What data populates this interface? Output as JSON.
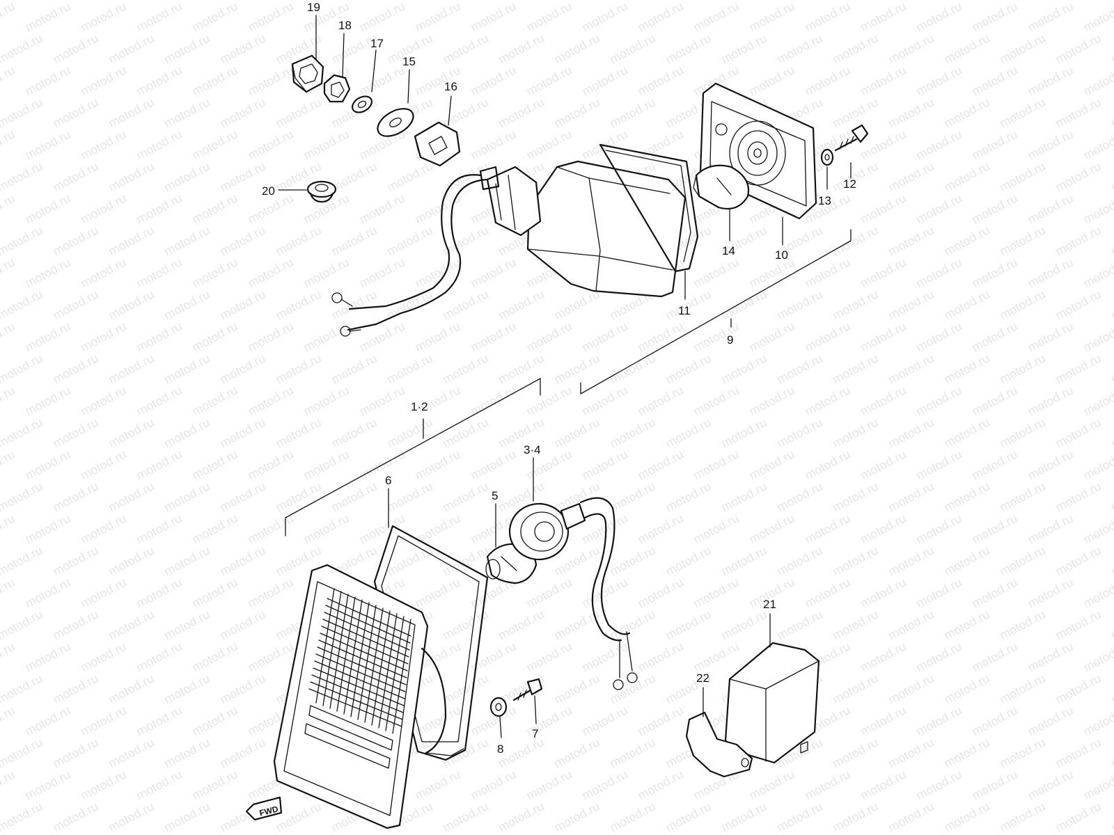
{
  "watermark": "motod.ru",
  "fwd_label": "FWD",
  "labels": {
    "p19": "19",
    "p18": "18",
    "p17": "17",
    "p15": "15",
    "p16": "16",
    "p20": "20",
    "p12": "12",
    "p13": "13",
    "p14": "14",
    "p10": "10",
    "p11": "11",
    "p9": "9",
    "p12g": "1·2",
    "p34": "3·4",
    "p6": "6",
    "p5": "5",
    "p21": "21",
    "p22": "22",
    "p7": "7",
    "p8": "8"
  }
}
